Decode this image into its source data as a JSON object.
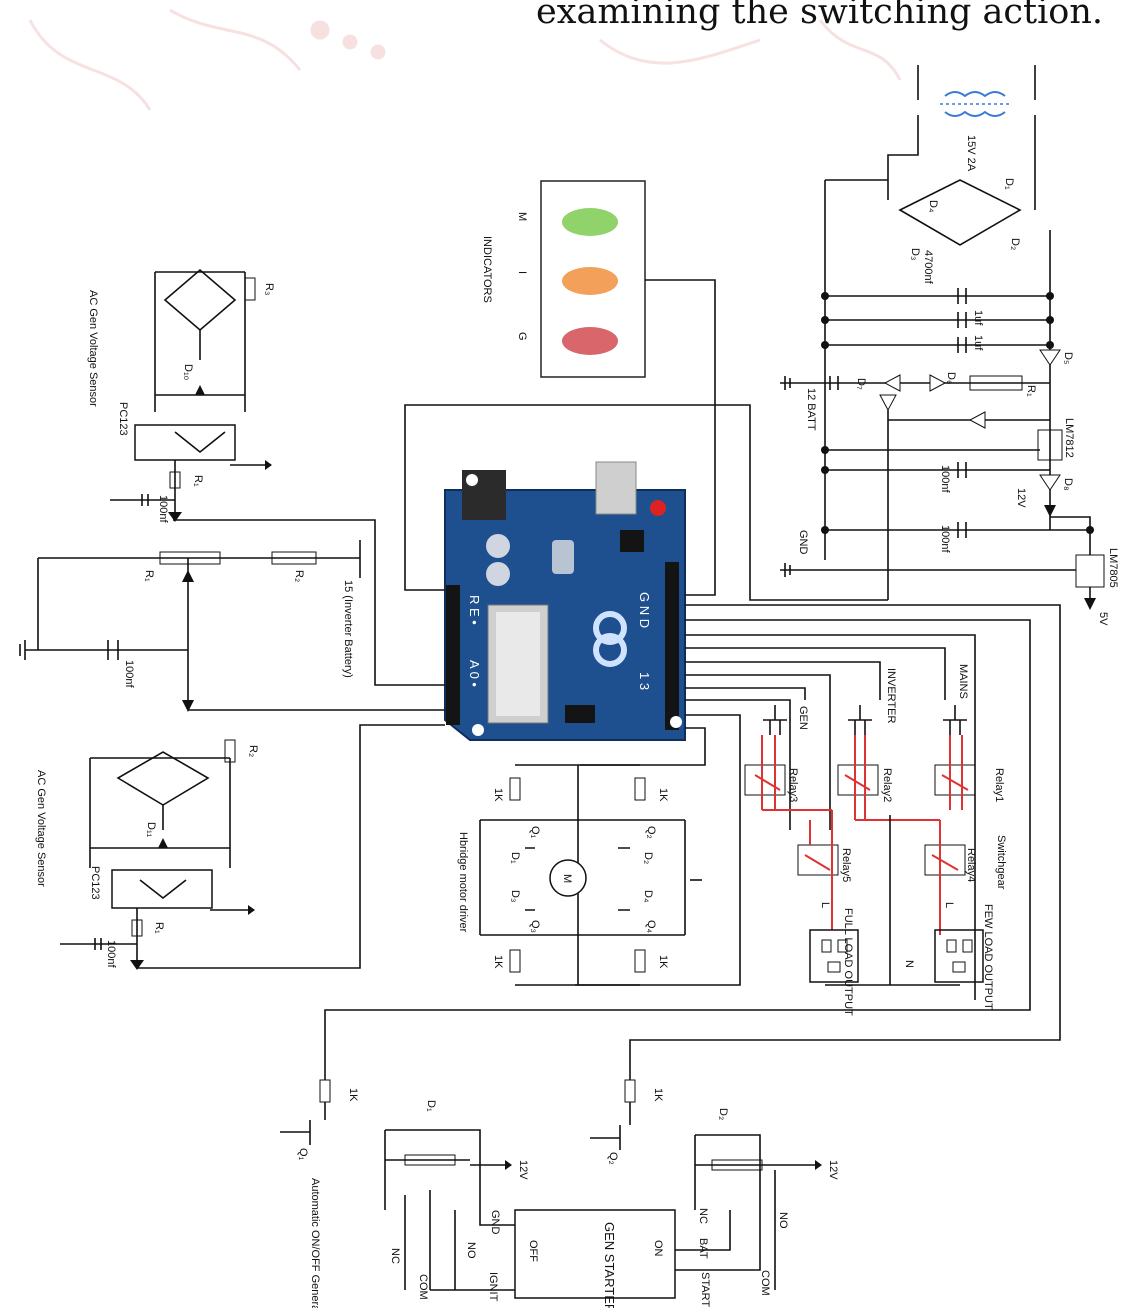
{
  "header": {
    "text": "examining the switching action."
  },
  "indicators": {
    "title": "INDICATORS",
    "m": "M",
    "i": "I",
    "g": "G"
  },
  "sensor_top": {
    "title": "AC Gen Voltage Sensor",
    "opto": "PC123",
    "diode": "D₁₀",
    "r_a": "R₃",
    "r_b": "R₁",
    "cap": "100nf"
  },
  "sensor_bottom": {
    "title": "AC Gen Voltage Sensor",
    "opto": "PC123",
    "diode": "D₁₁",
    "r_a": "R₂",
    "r_b": "R₁",
    "cap": "100nf"
  },
  "divider": {
    "battery": "15 (Inverter Battery)",
    "r1": "R₁",
    "r2": "R₂",
    "cap": "100nf"
  },
  "power_supply": {
    "transformer": "15V 2A",
    "cap1": "4700nf",
    "cap2": "1uf",
    "cap3": "1uf",
    "cap4": "100nf",
    "cap5": "100nf",
    "battery": "12 BATT",
    "reg12": "LM7812",
    "reg5": "LM7805",
    "v12": "12V",
    "v5": "5V",
    "gnd": "GND",
    "d1": "D₁",
    "d2": "D₂",
    "d3": "D₃",
    "d4": "D₄",
    "d5": "D₅",
    "d6": "D₆",
    "d7": "D₇",
    "d8": "D₈",
    "r": "R₁"
  },
  "arduino": {
    "gnd": "G N D",
    "pins": "1 3",
    "reset": "R E •",
    "analog": "A 0 •"
  },
  "relays": {
    "gen": "GEN",
    "inverter": "INVERTER",
    "mains": "MAINS",
    "relay1": "Relay1",
    "relay2": "Relay2",
    "relay3": "Relay3",
    "relay4": "Relay4",
    "relay5": "Relay5",
    "switchgear": "Switchgear",
    "full": "FULL LOAD OUTPUT",
    "few": "FEW LOAD OUTPUT",
    "l": "L",
    "n": "N"
  },
  "hbridge": {
    "title": "Hbridge motor driver",
    "motor": "M",
    "r": "1K",
    "q1": "Q₁",
    "q2": "Q₂",
    "q3": "Q₃",
    "q4": "Q₄",
    "d1": "D₁",
    "d2": "D₂",
    "d3": "D₃",
    "d4": "D₄"
  },
  "gen_unit": {
    "title": "Automatic ON/OFF Generator Unit",
    "starter": "GEN STARTER",
    "on": "ON",
    "off": "OFF",
    "bat": "BAT",
    "start": "START",
    "ignit": "IGNIT",
    "gnd": "GND",
    "no": "NO",
    "nc": "NC",
    "com": "COM",
    "r1k": "1K",
    "v12": "12V",
    "q1": "Q₁",
    "q2": "Q₂",
    "d1": "D₁",
    "d2": "D₂"
  }
}
